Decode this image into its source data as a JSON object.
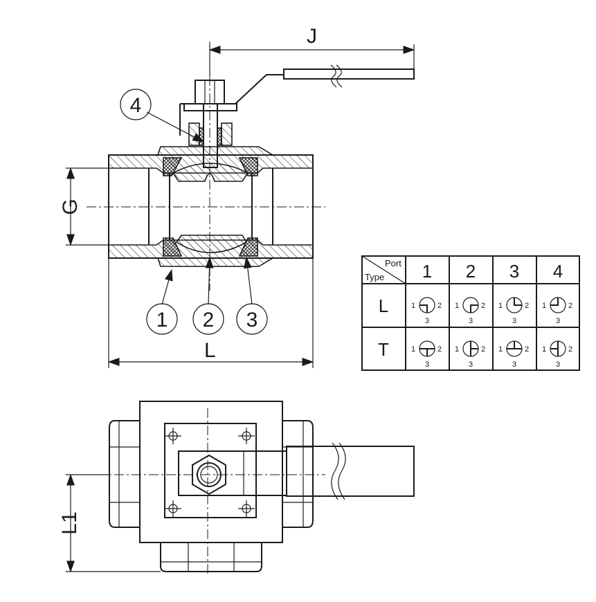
{
  "dimensions": {
    "j": "J",
    "g": "G",
    "l": "L",
    "l1": "L1"
  },
  "callouts": [
    "1",
    "2",
    "3",
    "4"
  ],
  "port_table": {
    "header_port": "Port",
    "header_type": "Type",
    "columns": [
      "1",
      "2",
      "3",
      "4"
    ],
    "rows": [
      "L",
      "T"
    ],
    "port_numbers": {
      "left": "1",
      "right": "2",
      "bottom": "3"
    }
  }
}
